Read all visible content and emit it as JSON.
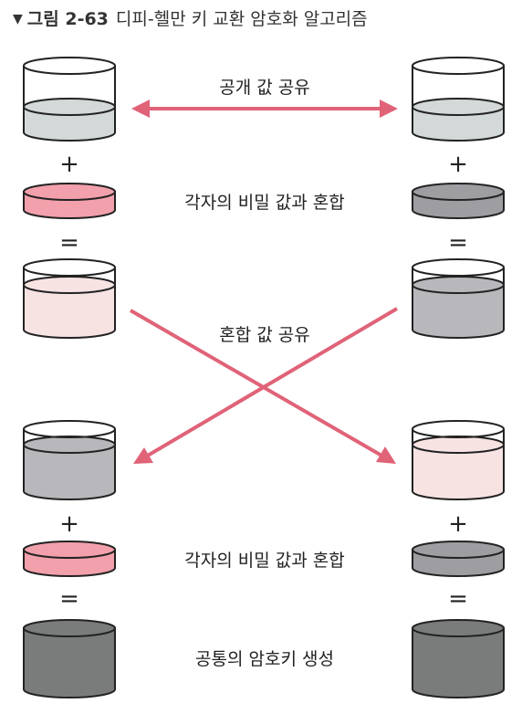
{
  "caption": {
    "marker": "▼",
    "figure_number": "그림 2-63",
    "title": "디피-헬만 키 교환 암호화 알고리즘"
  },
  "labels": {
    "share_public": "공개 값 공유",
    "mix_secret_1": "각자의 비밀 값과 혼합",
    "share_mixed": "혼합 값 공유",
    "mix_secret_2": "각자의 비밀 값과 혼합",
    "common_key": "공통의 암호키 생성"
  },
  "operators": {
    "plus": "+",
    "equals": "="
  },
  "colors": {
    "outline": "#222222",
    "arrow": "#e06378",
    "public_liquid": "#d3d9d9",
    "secret_left": "#f2a0ab",
    "secret_right": "#9e9ea2",
    "mix_left": "#f8e3e3",
    "mix_right": "#b8b8bc",
    "common_key": "#7a7b7b"
  }
}
